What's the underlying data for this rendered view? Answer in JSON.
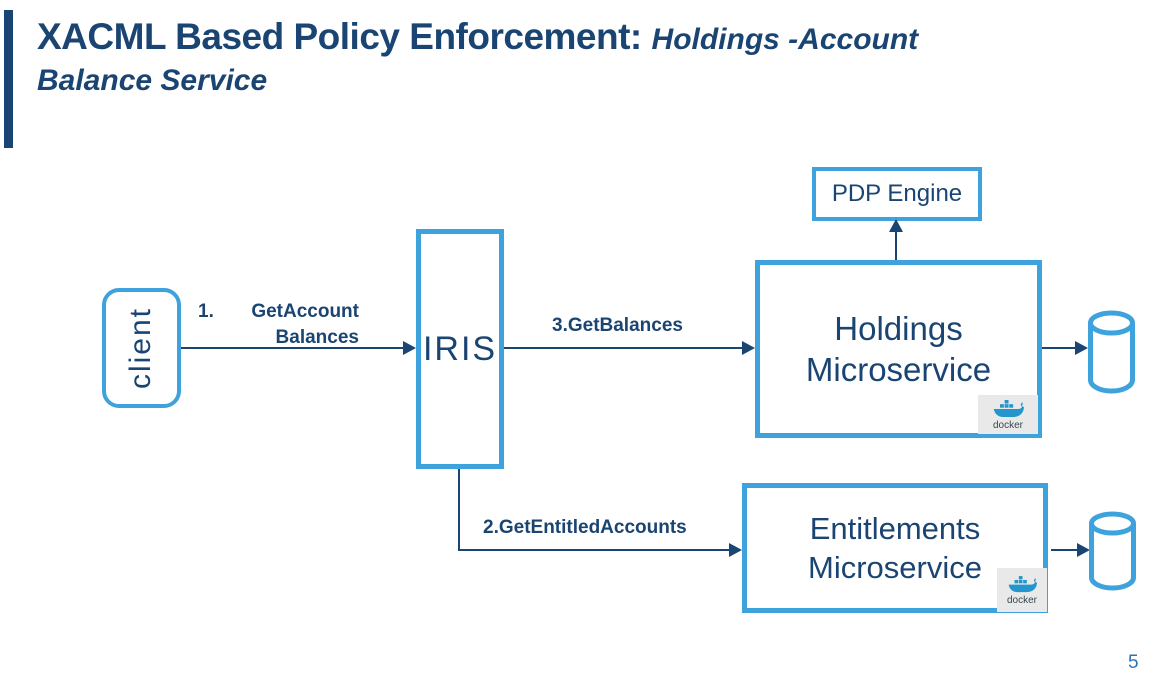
{
  "slide": {
    "title_main": "XACML Based Policy Enforcement:",
    "title_italic": "Holdings -Account",
    "title_line2": "Balance Service",
    "page_number": "5"
  },
  "nodes": {
    "client_label": "client",
    "iris_label": "IRIS",
    "pdp_label": "PDP Engine",
    "holdings_line1": "Holdings",
    "holdings_line2": "Microservice",
    "entitlements_line1": "Entitlements",
    "entitlements_line2": "Microservice"
  },
  "edges": {
    "step1_num": "1.",
    "step1_text": "GetAccount",
    "step1_text2": "Balances",
    "step2_label": "2.GetEntitledAccounts",
    "step3_label": "3.GetBalances"
  },
  "docker_badge": {
    "label": "docker"
  },
  "colors": {
    "navy": "#1A4472",
    "blue": "#3EA3DC",
    "docker_blue": "#2496CD",
    "badge_bg": "#E9E9E9",
    "page_num": "#2E74B5"
  }
}
